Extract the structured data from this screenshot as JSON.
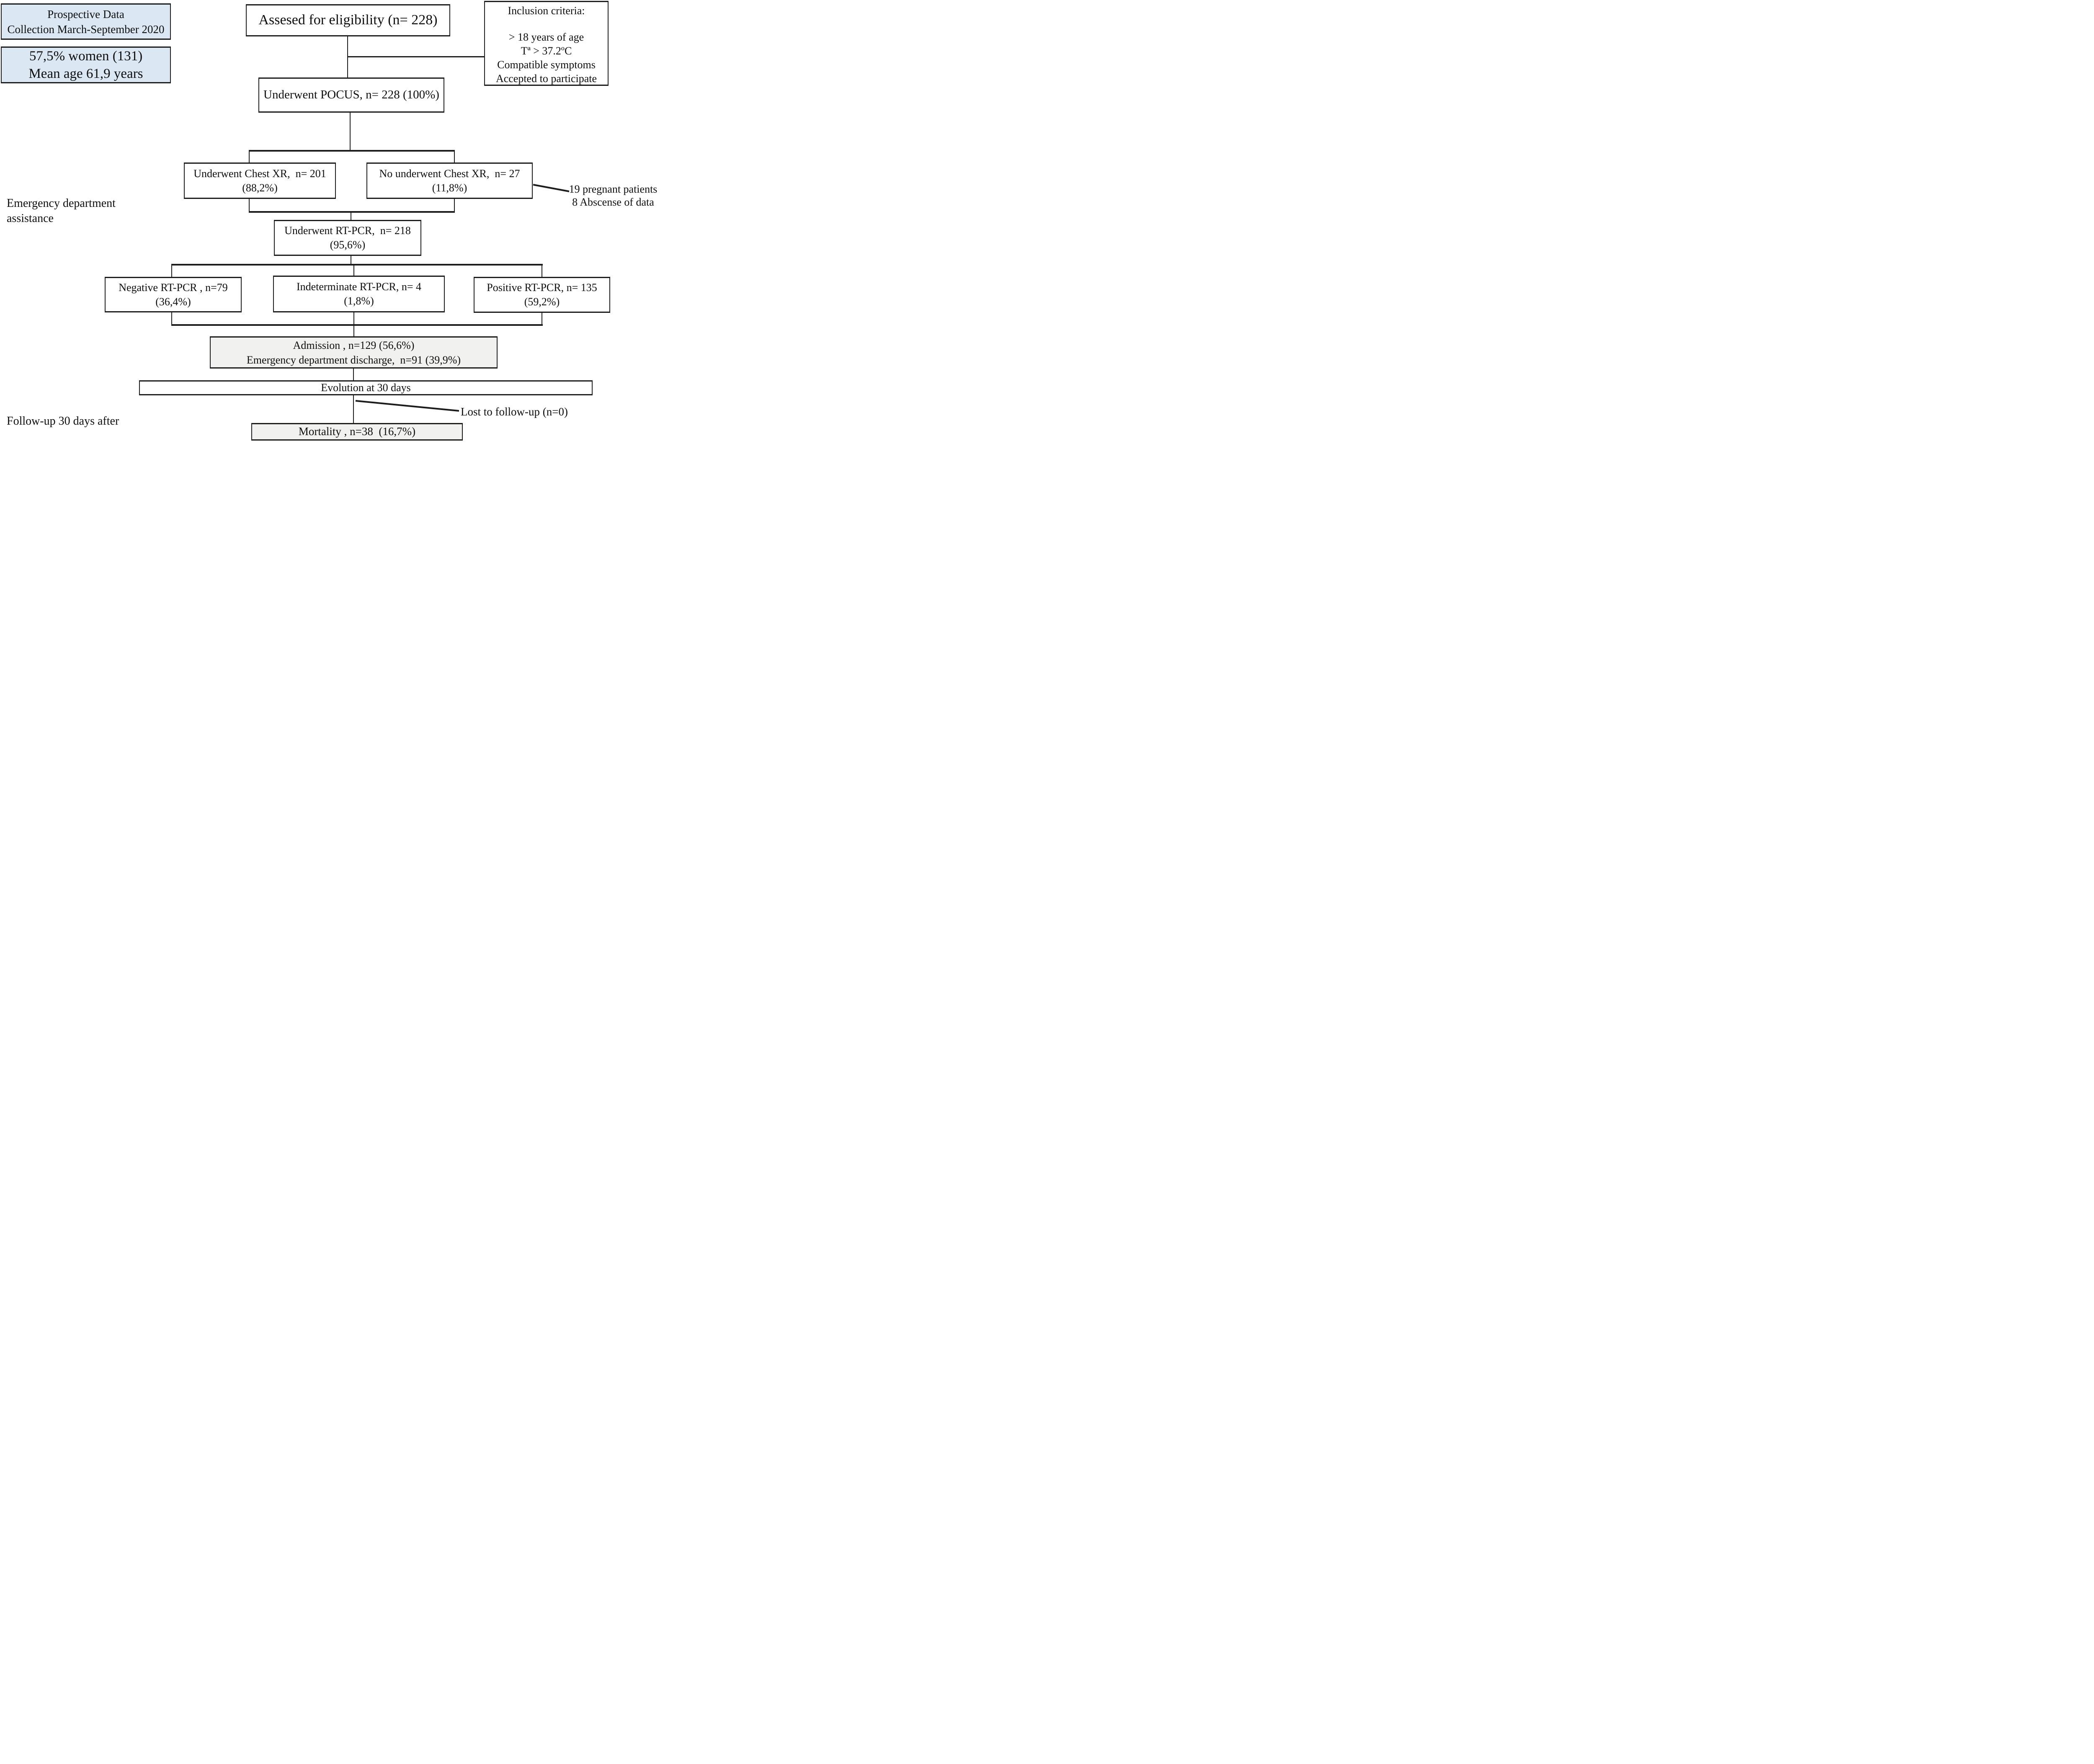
{
  "figure": {
    "kind": "study-flow-diagram",
    "colors": {
      "box_blue": "#dbe7f3",
      "box_gray": "#f1f1f0",
      "line": "#1c1c1c",
      "text": "#0f0f0f"
    }
  },
  "side_notes": {
    "prospective": {
      "line1": "Prospective Data",
      "line2": "Collection March-September 2020"
    },
    "demographics": {
      "line1": "57,5% women (131)",
      "line2": "Mean age 61,9 years"
    },
    "ed_label": {
      "line1": "Emergency department",
      "line2": "assistance"
    },
    "followup_label": "Follow-up 30 days after",
    "pregnant_note": {
      "line1": "19 pregnant patients",
      "line2": "8 Abscense of data"
    },
    "lost_note": "Lost to follow-up (n=0)"
  },
  "inclusion": {
    "title": "Inclusion criteria:",
    "items": [
      "> 18 years of age",
      "Tª > 37.2ºC",
      "Compatible symptoms",
      "Accepted to participate"
    ]
  },
  "nodes": {
    "assessed": {
      "line1": "Assesed for eligibility (n= 228)"
    },
    "pocus": {
      "line1": "Underwent POCUS, n= 228 (100%)"
    },
    "chestxr": {
      "line1": "Underwent Chest XR,  n= 201",
      "line2": "(88,2%)"
    },
    "nochestxr": {
      "line1": "No underwent Chest XR,  n= 27",
      "line2": "(11,8%)"
    },
    "rtpcr": {
      "line1": "Underwent RT-PCR,  n= 218",
      "line2": "(95,6%)"
    },
    "negative": {
      "line1": "Negative RT-PCR , n=79",
      "line2": "(36,4%)"
    },
    "indeterminate": {
      "line1": "Indeterminate RT-PCR, n= 4",
      "line2": "(1,8%)"
    },
    "positive": {
      "line1": "Positive RT-PCR, n= 135",
      "line2": "(59,2%)"
    },
    "admission": {
      "line1": "Admission , n=129 (56,6%)",
      "line2": "Emergency department discharge,  n=91 (39,9%)"
    },
    "evolution": {
      "line1": "Evolution at 30 days"
    },
    "mortality": {
      "line1": "Mortality , n=38  (16,7%)"
    }
  }
}
